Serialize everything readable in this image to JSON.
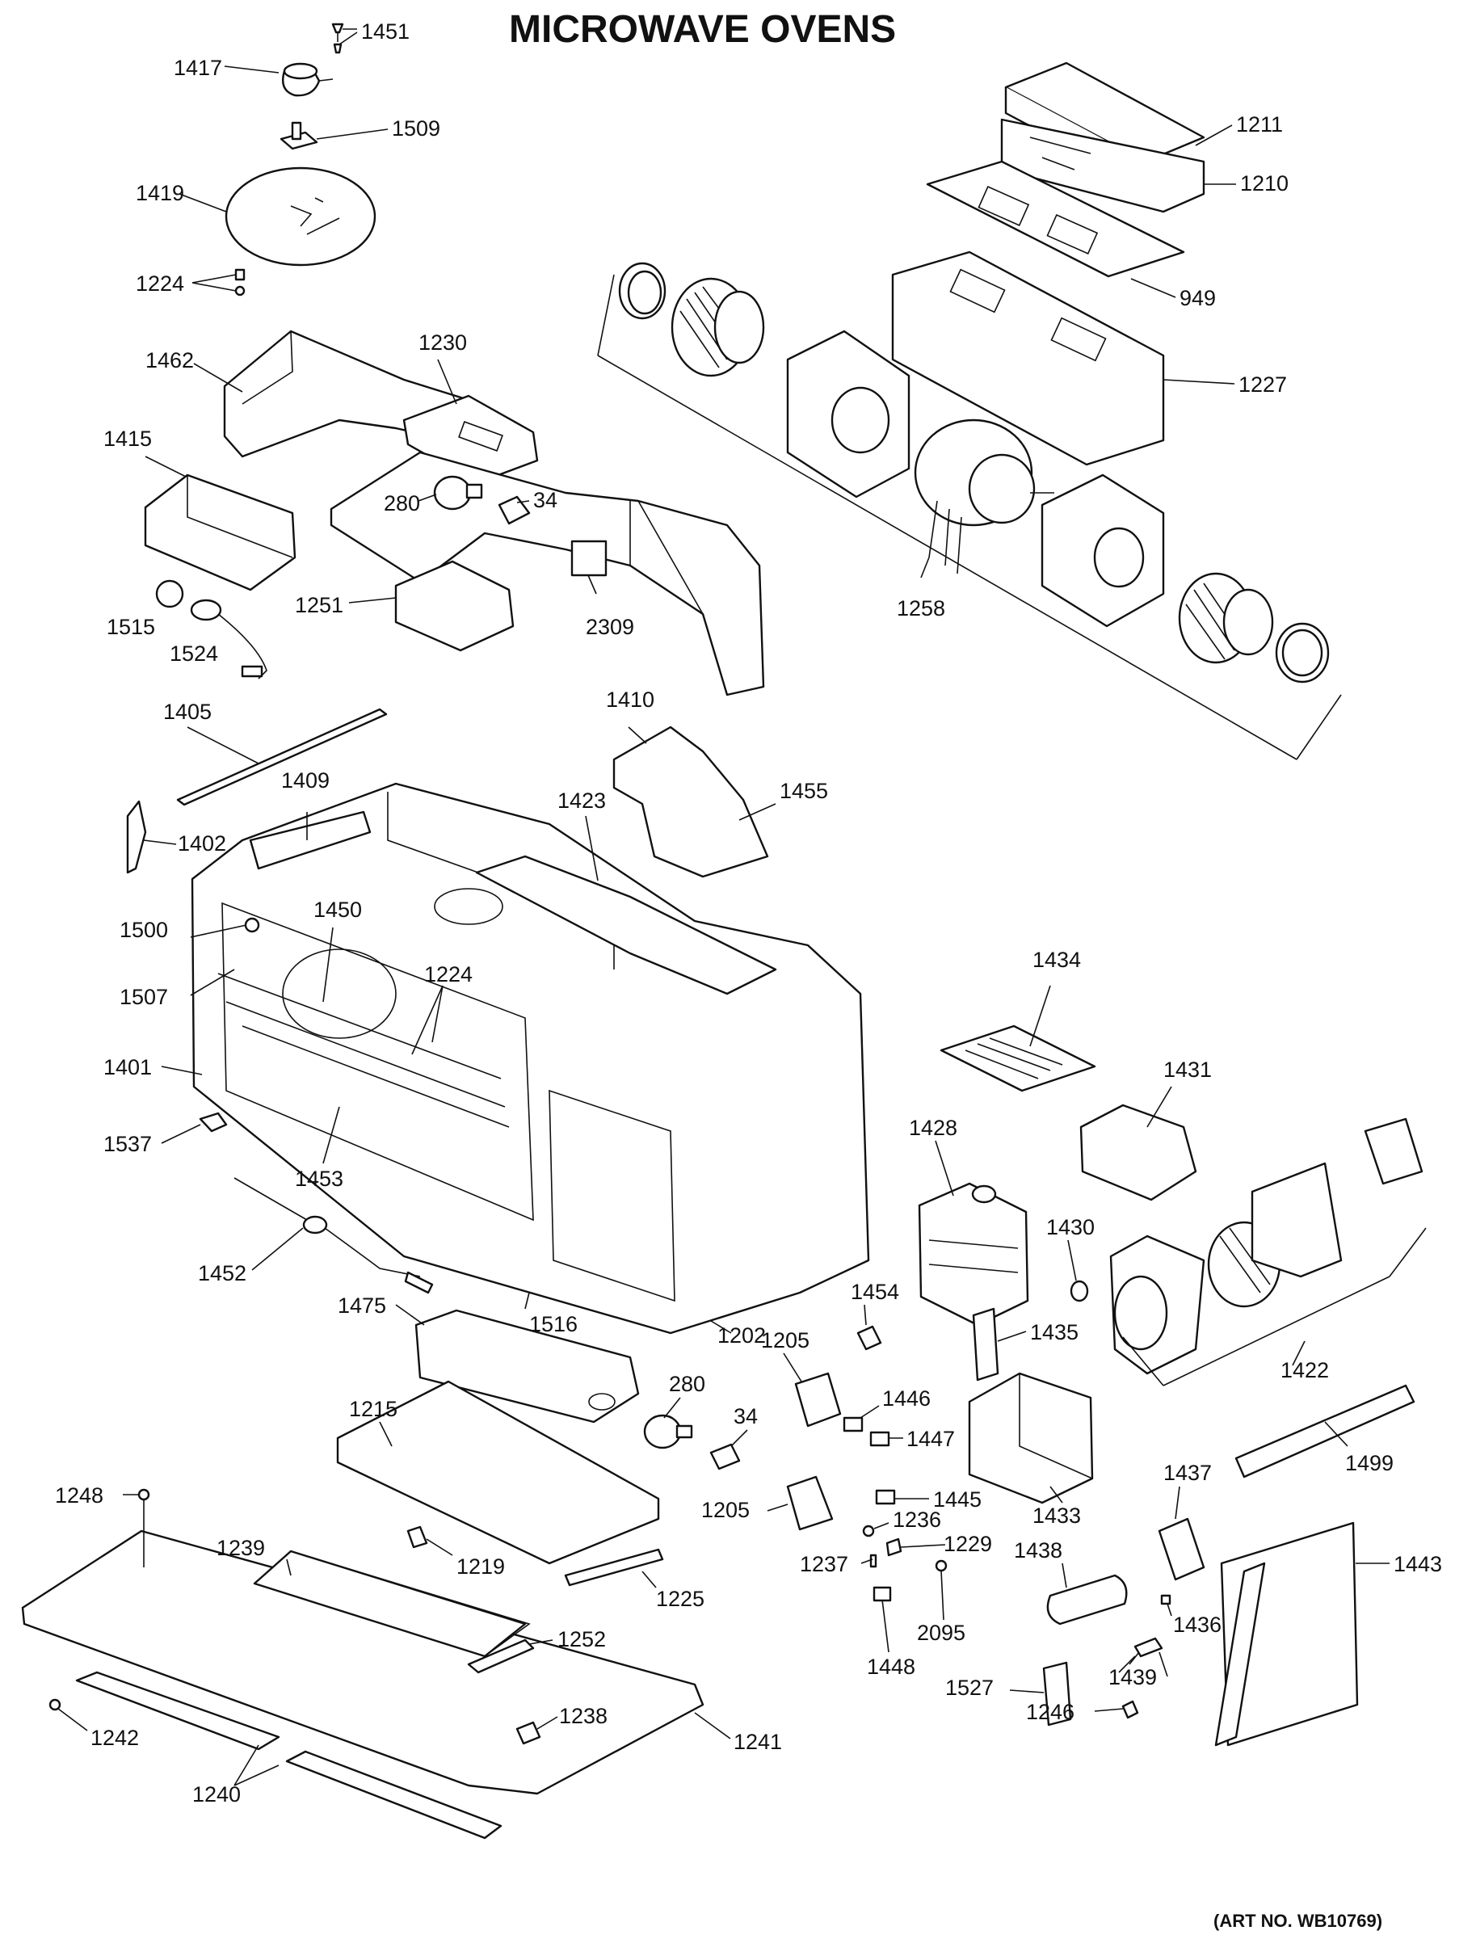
{
  "title": "MICROWAVE OVENS",
  "art_number": "(ART NO. WB10769)",
  "callouts": {
    "c1451": "1451",
    "c1417": "1417",
    "c1509": "1509",
    "c1419": "1419",
    "c1224a": "1224",
    "c1211": "1211",
    "c1210": "1210",
    "c949": "949",
    "c1227": "1227",
    "c1462": "1462",
    "c1230": "1230",
    "c1415": "1415",
    "c280a": "280",
    "c34a": "34",
    "c1251": "1251",
    "c1515": "1515",
    "c1524": "1524",
    "c2309": "2309",
    "c1258": "1258",
    "c1405": "1405",
    "c1410": "1410",
    "c1455": "1455",
    "c1409": "1409",
    "c1423": "1423",
    "c1402": "1402",
    "c1500": "1500",
    "c1450": "1450",
    "c1224b": "1224",
    "c1507": "1507",
    "c1434": "1434",
    "c1401": "1401",
    "c1431": "1431",
    "c1537": "1537",
    "c1453": "1453",
    "c1428": "1428",
    "c1430": "1430",
    "c1452": "1452",
    "c1454": "1454",
    "c1475": "1475",
    "c1516": "1516",
    "c1202": "1202",
    "c1205a": "1205",
    "c1435": "1435",
    "c1422": "1422",
    "c1215": "1215",
    "c280b": "280",
    "c1446": "1446",
    "c34b": "34",
    "c1447": "1447",
    "c1499": "1499",
    "c1248": "1248",
    "c1437": "1437",
    "c1205b": "1205",
    "c1445": "1445",
    "c1433": "1433",
    "c1236": "1236",
    "c1219": "1219",
    "c1229": "1229",
    "c1239": "1239",
    "c1438": "1438",
    "c1443": "1443",
    "c1237": "1237",
    "c1225": "1225",
    "c2095": "2095",
    "c1252": "1252",
    "c1436": "1436",
    "c1448": "1448",
    "c1242": "1242",
    "c1439": "1439",
    "c1527": "1527",
    "c1238": "1238",
    "c1241": "1241",
    "c1246": "1246",
    "c1240": "1240"
  }
}
